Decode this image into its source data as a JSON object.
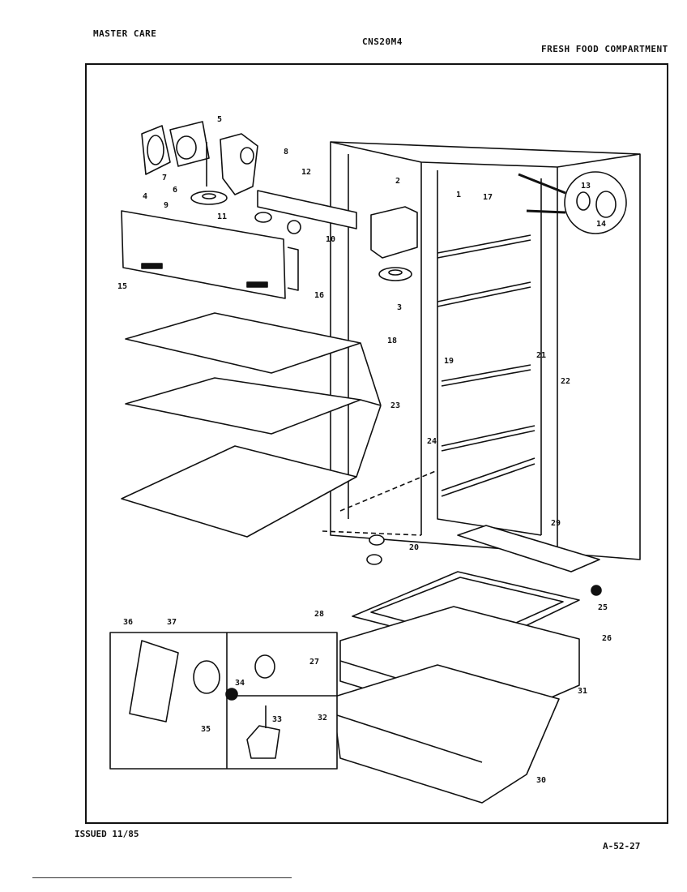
{
  "header": {
    "brand": "MASTER CARE",
    "model": "CNS20M4",
    "section": "FRESH FOOD COMPARTMENT"
  },
  "footer": {
    "issued": "ISSUED 11/85",
    "page_code": "A-52-27"
  },
  "callouts": [
    "1",
    "2",
    "3",
    "4",
    "5",
    "6",
    "7",
    "8",
    "9",
    "10",
    "11",
    "12",
    "13",
    "14",
    "15",
    "16",
    "17",
    "18",
    "19",
    "20",
    "21",
    "22",
    "23",
    "24",
    "25",
    "26",
    "27",
    "28",
    "29",
    "30",
    "31",
    "32",
    "33",
    "34",
    "35",
    "36",
    "37"
  ]
}
